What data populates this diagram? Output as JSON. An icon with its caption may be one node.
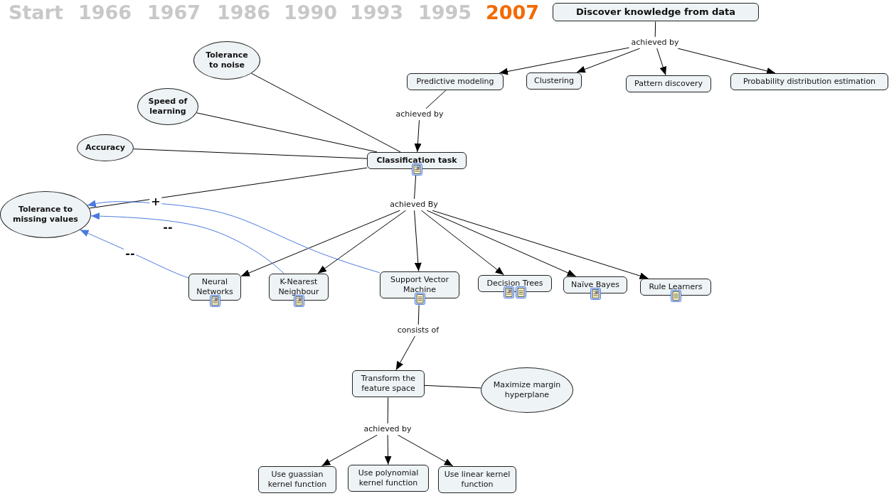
{
  "diagram": {
    "nodes": [
      {
        "text": [
          "Discover knowledge from data"
        ]
      },
      {
        "text": [
          "achieved by"
        ]
      },
      {
        "text": [
          "Predictive modeling"
        ]
      },
      {
        "text": [
          "Clustering"
        ]
      },
      {
        "text": [
          "Pattern discovery"
        ]
      },
      {
        "text": [
          "Probability distribution estimation"
        ]
      },
      {
        "text": [
          "achieved by"
        ]
      },
      {
        "text": [
          "Tolerance to noise"
        ]
      },
      {
        "text": [
          "Speed of learning"
        ]
      },
      {
        "text": [
          "Accuracy"
        ]
      },
      {
        "text": [
          "Classification task"
        ]
      },
      {
        "text": [
          "Tolerance to missing values"
        ]
      },
      {
        "text": [
          "achieved By"
        ]
      },
      {
        "text": [
          "Neural Networks"
        ]
      },
      {
        "text": [
          "K-Nearest Neighbour"
        ]
      },
      {
        "text": [
          "Support Vector Machine"
        ]
      },
      {
        "text": [
          "Decision Trees"
        ]
      },
      {
        "text": [
          "Naïve Bayes"
        ]
      },
      {
        "text": [
          "Rule Learners"
        ]
      },
      {
        "text": [
          "consists of"
        ]
      },
      {
        "text": [
          "Transform the feature space"
        ]
      },
      {
        "text": [
          "Maximize margin hyperplane"
        ]
      },
      {
        "text": [
          "achieved by"
        ]
      },
      {
        "text": [
          "Use guassian kernel function"
        ]
      },
      {
        "text": [
          "Use polynomial kernel function"
        ]
      },
      {
        "text": [
          "Use linear kernel function"
        ]
      }
    ],
    "edges": [
      {
        "from": 0,
        "to": 1,
        "arrow": "none"
      },
      {
        "from": 1,
        "to": 2,
        "arrow": "to"
      },
      {
        "from": 1,
        "to": 3,
        "arrow": "to"
      },
      {
        "from": 1,
        "to": 4,
        "arrow": "to"
      },
      {
        "from": 1,
        "to": 5,
        "arrow": "to"
      },
      {
        "from": 2,
        "to": 6,
        "arrow": "none"
      },
      {
        "from": 6,
        "to": 10,
        "arrow": "to"
      },
      {
        "from": 7,
        "to": 10,
        "arrow": "none"
      },
      {
        "from": 8,
        "to": 10,
        "arrow": "none"
      },
      {
        "from": 9,
        "to": 10,
        "arrow": "none"
      },
      {
        "from": 11,
        "to": 10,
        "arrow": "none"
      },
      {
        "from": 10,
        "to": 12,
        "arrow": "none"
      },
      {
        "from": 12,
        "to": 13,
        "arrow": "to"
      },
      {
        "from": 12,
        "to": 14,
        "arrow": "to"
      },
      {
        "from": 12,
        "to": 15,
        "arrow": "to"
      },
      {
        "from": 12,
        "to": 16,
        "arrow": "to"
      },
      {
        "from": 12,
        "to": 17,
        "arrow": "to"
      },
      {
        "from": 12,
        "to": 18,
        "arrow": "to"
      },
      {
        "from": 13,
        "to": 11,
        "arrow": "to",
        "label": "--",
        "color": "#4a7ae0"
      },
      {
        "from": 14,
        "to": 11,
        "arrow": "to",
        "label": "--",
        "color": "#4a7ae0"
      },
      {
        "from": 15,
        "to": 11,
        "arrow": "to",
        "label": "+",
        "color": "#4a7ae0"
      },
      {
        "from": 15,
        "to": 19,
        "arrow": "none"
      },
      {
        "from": 19,
        "to": 20,
        "arrow": "to"
      },
      {
        "from": 20,
        "to": 21,
        "arrow": "none"
      },
      {
        "from": 20,
        "to": 22,
        "arrow": "none"
      },
      {
        "from": 22,
        "to": 23,
        "arrow": "to"
      },
      {
        "from": 22,
        "to": 24,
        "arrow": "to"
      },
      {
        "from": 22,
        "to": 25,
        "arrow": "to"
      }
    ],
    "labels": [
      "Start",
      "1966",
      "1967",
      "1986",
      "1990",
      "1993",
      "1995",
      "2007"
    ]
  }
}
